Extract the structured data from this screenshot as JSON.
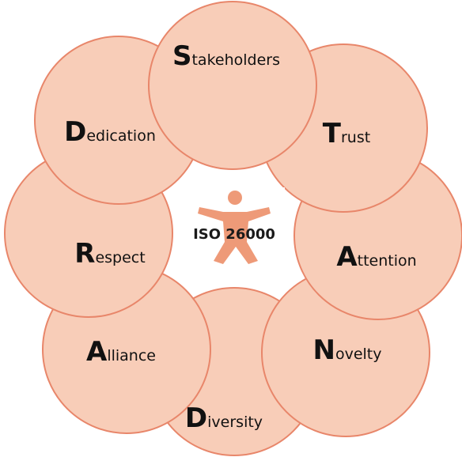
{
  "diagram": {
    "center": {
      "label": "ISO 26000",
      "logo": "iso-figure-icon"
    },
    "items": [
      {
        "initial": "S",
        "rest": "takeholders"
      },
      {
        "initial": "T",
        "rest": "rust"
      },
      {
        "initial": "A",
        "rest": "ttention"
      },
      {
        "initial": "N",
        "rest": "ovelty"
      },
      {
        "initial": "D",
        "rest": "iversity"
      },
      {
        "initial": "A",
        "rest": "lliance"
      },
      {
        "initial": "R",
        "rest": "espect"
      },
      {
        "initial": "D",
        "rest": "edication"
      }
    ]
  },
  "colors": {
    "petal_fill": "#f8cdb8",
    "petal_stroke": "#e8866a",
    "figure": "#ee9a78",
    "text": "#111111"
  }
}
